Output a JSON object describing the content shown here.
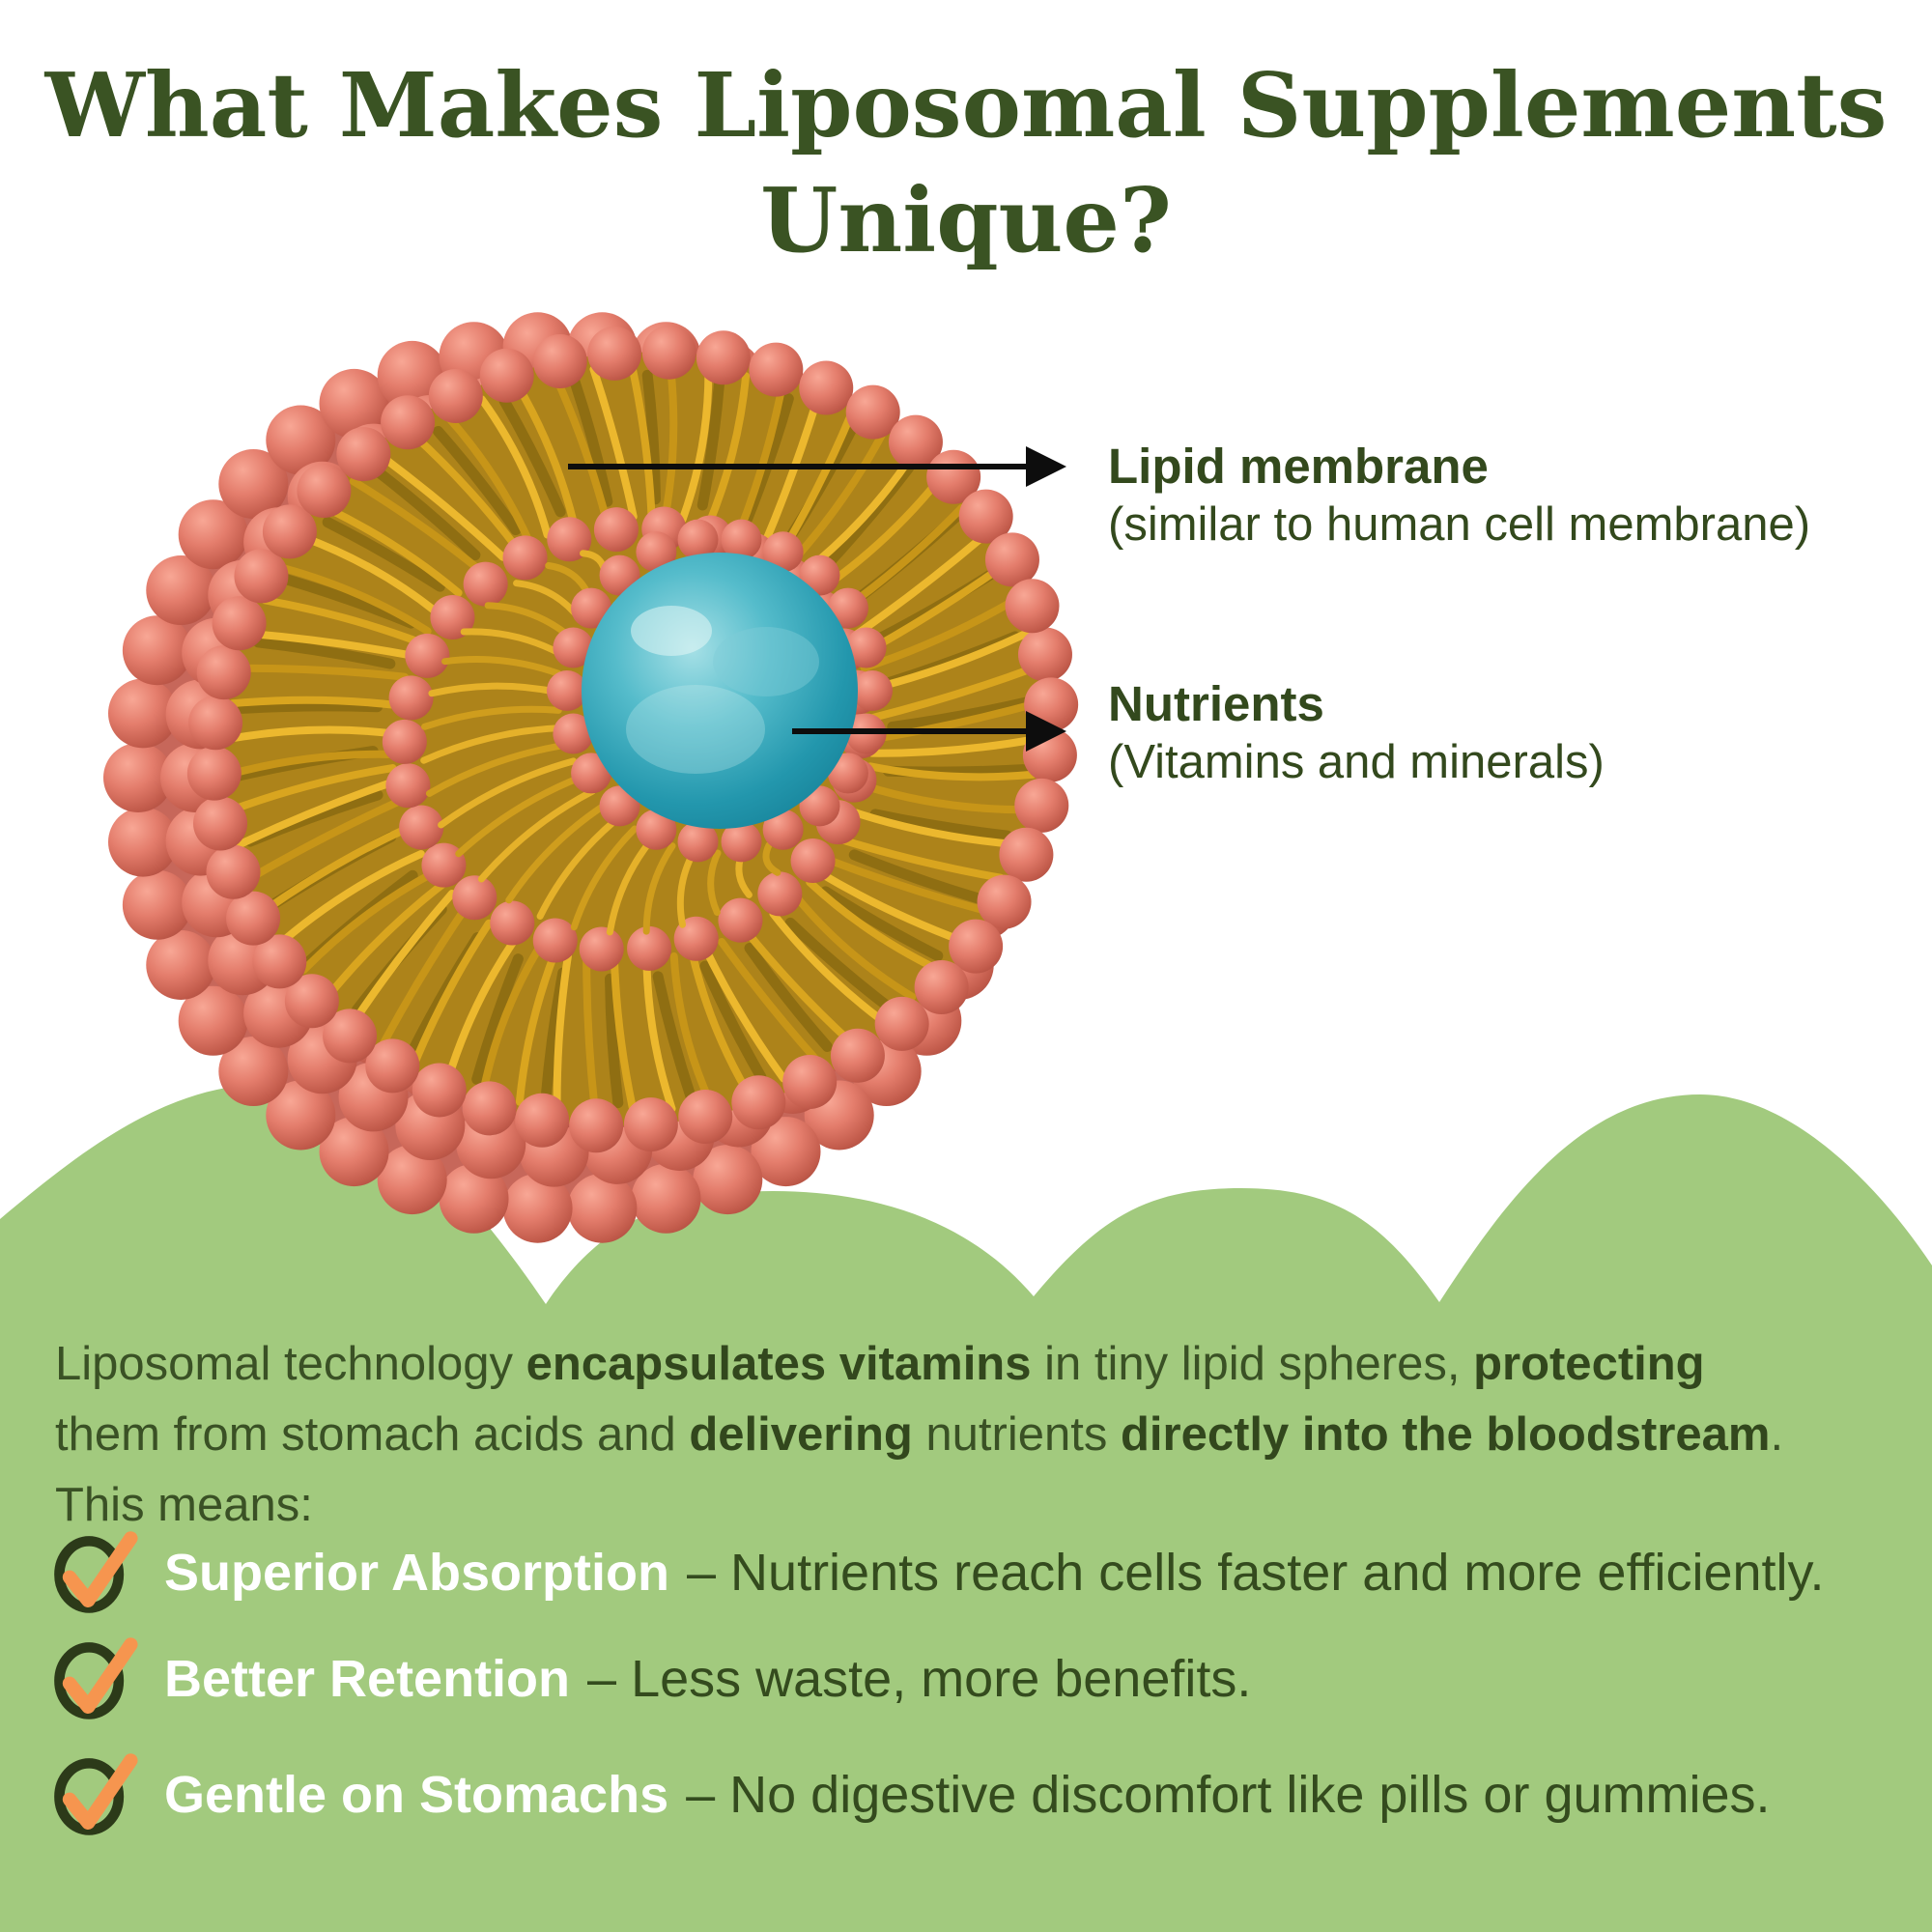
{
  "title_lines": [
    "What Makes Liposomal Supplements",
    "Unique?"
  ],
  "diagram": {
    "labels": [
      {
        "heading": "Lipid membrane",
        "sub": "(similar to human cell membrane)"
      },
      {
        "heading": "Nutrients",
        "sub": "(Vitamins and minerals)"
      }
    ],
    "parts": [
      "lipid-membrane",
      "nutrients-core"
    ]
  },
  "paragraph": {
    "lines": [
      [
        {
          "t": "Liposomal technology "
        },
        {
          "t": "encapsulates vitamins",
          "b": 1
        },
        {
          "t": " in tiny lipid spheres, "
        },
        {
          "t": "protecting",
          "b": 1
        }
      ],
      [
        {
          "t": "them from stomach acids and "
        },
        {
          "t": "delivering",
          "b": 1
        },
        {
          "t": " nutrients "
        },
        {
          "t": "directly into the bloodstream",
          "b": 1
        },
        {
          "t": "."
        }
      ],
      [
        {
          "t": "This means:"
        }
      ]
    ]
  },
  "bullets": [
    {
      "title": "Superior Absorption",
      "text": "– Nutrients reach cells faster and more efficiently."
    },
    {
      "title": "Better Retention",
      "text": "– Less waste, more benefits."
    },
    {
      "title": "Gentle on Stomachs",
      "text": "– No digestive discomfort like pills or gummies."
    }
  ],
  "icons": [
    "check-icon",
    "arrow-right-icon"
  ],
  "colors": {
    "background": "#ffffff",
    "section_green": "#a2ca7e",
    "title_green": "#3a5323",
    "text_green": "#344b1e",
    "label_green": "#33491d",
    "bullet_title_white": "#ffffff",
    "check_ring": "#2c3a19",
    "check_orange": "#f6954f",
    "arrow_black": "#0d0d0d",
    "sphere_salmon": "#e07a6b",
    "tail_yellow": "#e2ac24",
    "core_blue": "#2d9fb4"
  }
}
